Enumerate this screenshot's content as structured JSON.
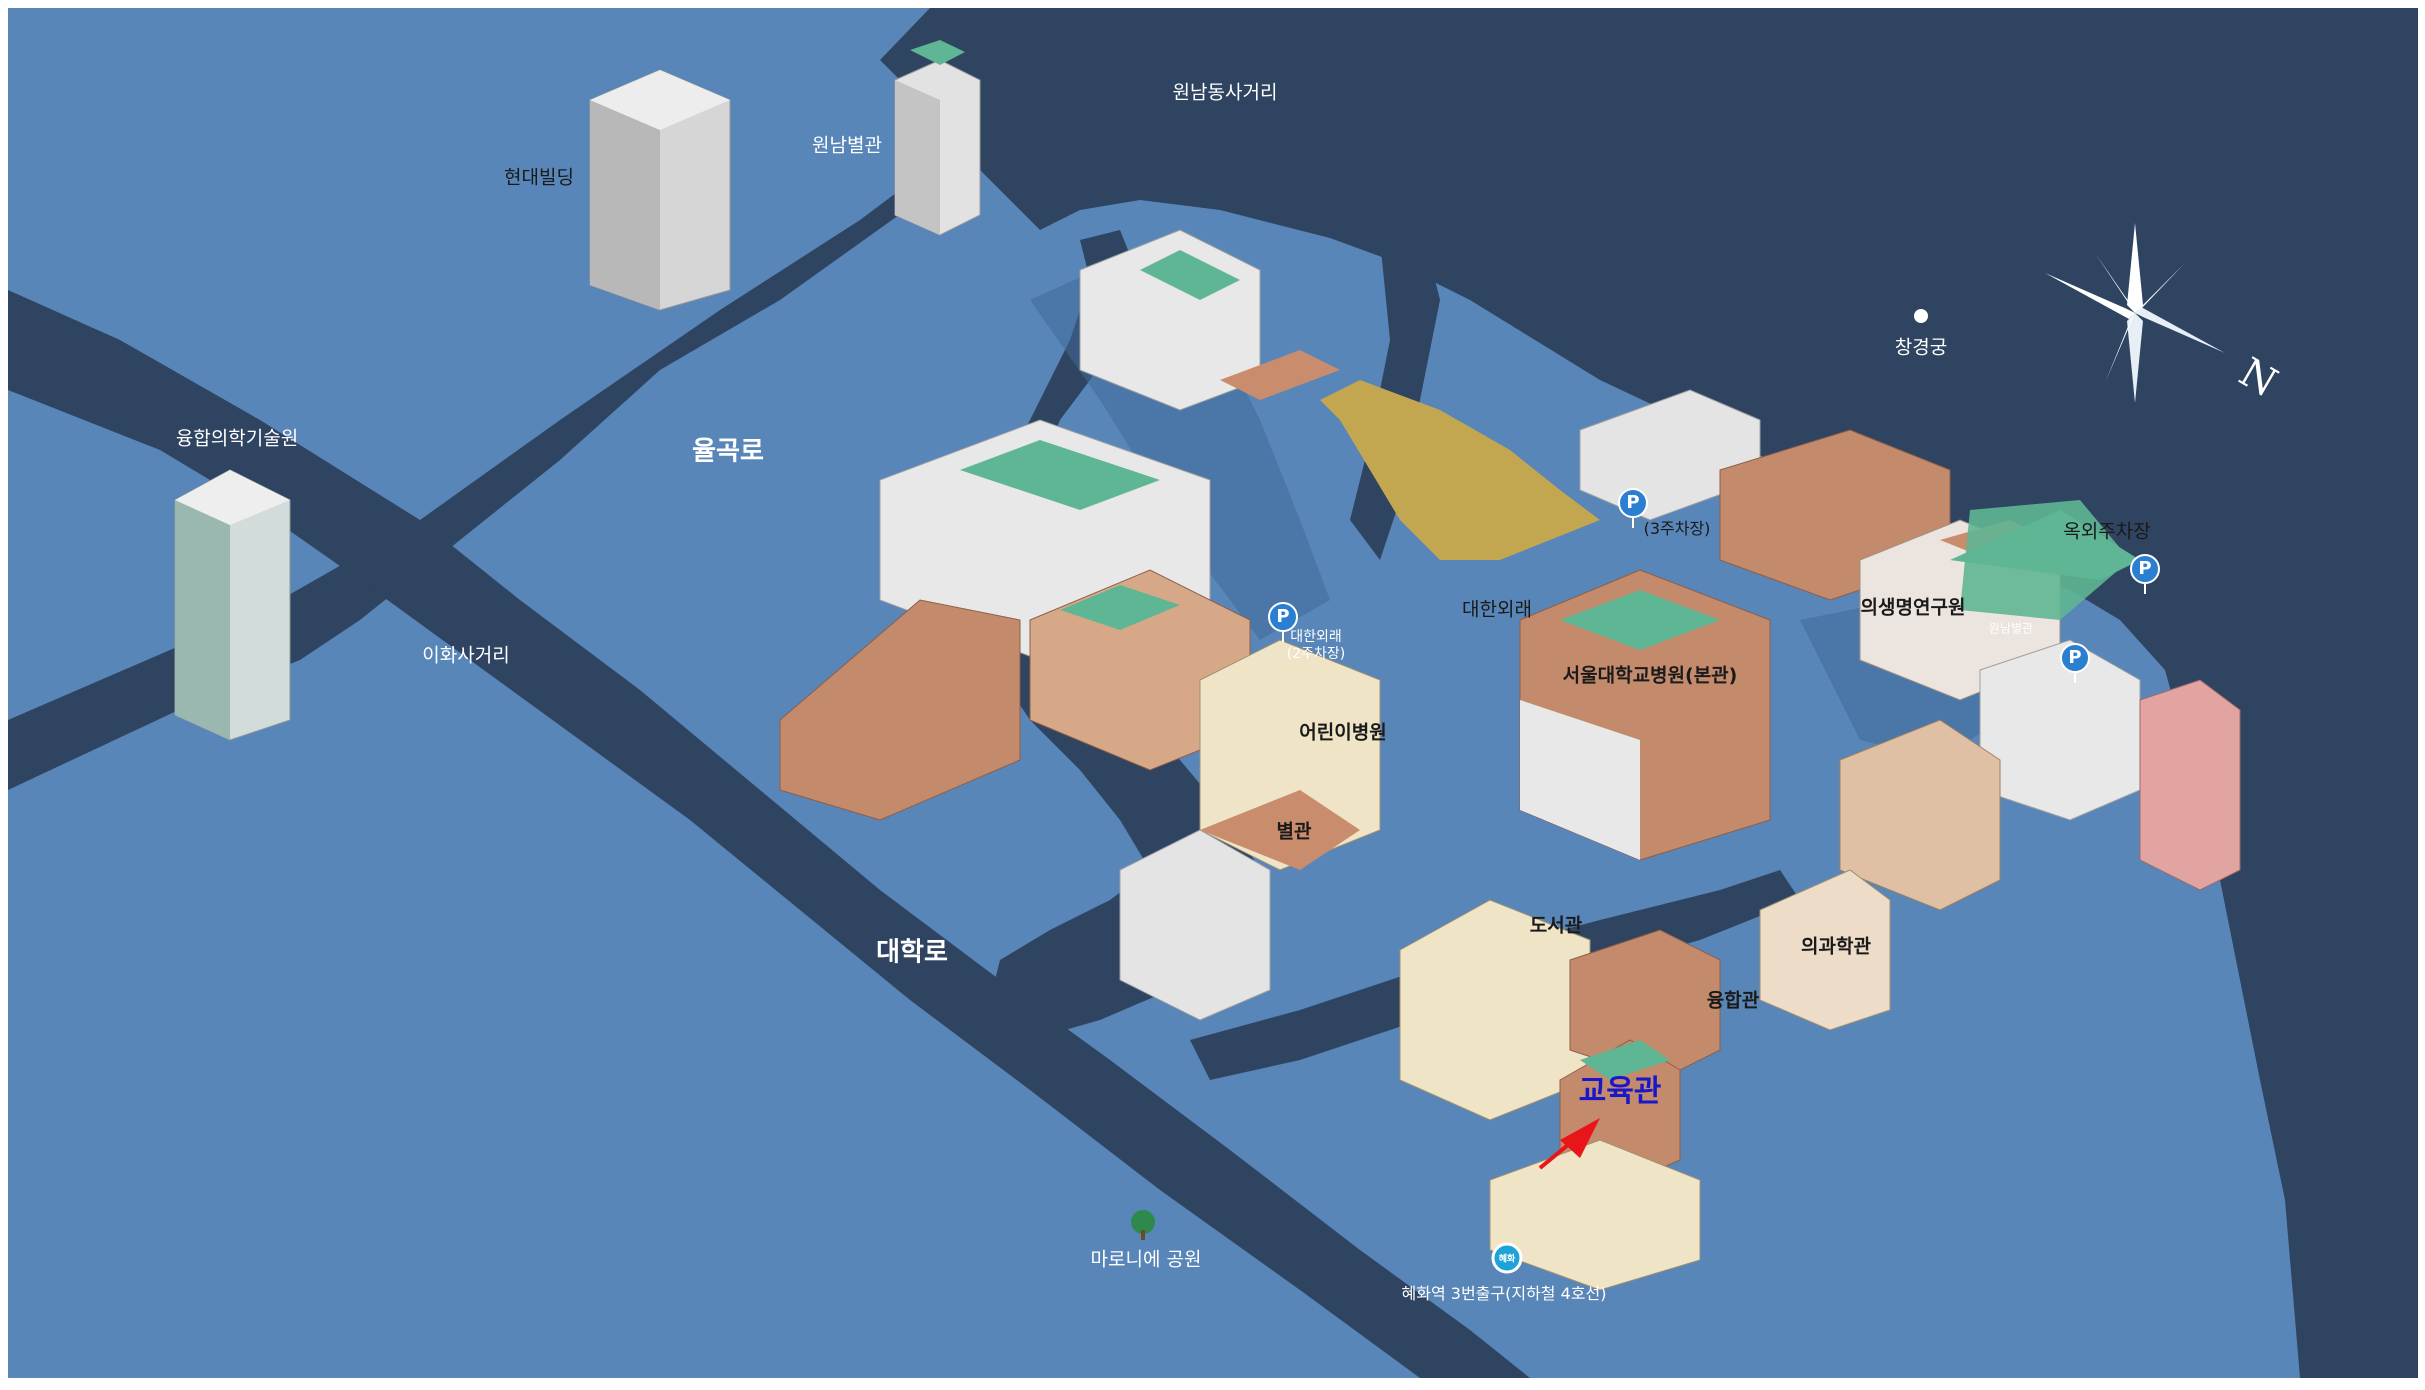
{
  "labels": {
    "hyundai_bldg": "현대빌딩",
    "wonnam_annex": "원남별관",
    "wonnam_intersection": "원남동사거리",
    "yulgok_road": "율곡로",
    "convergence_institute": "융합의학기술원",
    "ihwa_intersection": "이화사거리",
    "daehak_road": "대학로",
    "marronnier_park": "마로니에 공원",
    "hyehwa_exit": "혜화역 3번출구(지하철 4호선)",
    "changgyeonggung": "창경궁",
    "parking3": "(3주차장)",
    "outdoor_parking": "옥외주차장",
    "daehan_oerae": "대한외래",
    "daehan_oerae_parking": "대한외래\n(2주차장)",
    "main_hospital": "서울대학교병원(본관)",
    "childrens_hospital": "어린이병원",
    "annex": "별관",
    "biomedical_research": "의생명연구원",
    "library": "도서관",
    "medical_science_bldg": "의과학관",
    "convergence_hall": "융합관",
    "education_hall": "교육관",
    "wonnam_annex_small": "원남별관",
    "station_sign": "혜화"
  },
  "compass": {
    "north_label": "N"
  },
  "parking_icons": {
    "symbol": "P"
  },
  "colors": {
    "land": "#5886b8",
    "road": "#2f4461",
    "ground_dark": "#3f6a9a",
    "lawn": "#c2a650",
    "roof_green": "#5fb694",
    "highlight_label": "#1a17c9",
    "arrow": "#e8151b"
  }
}
